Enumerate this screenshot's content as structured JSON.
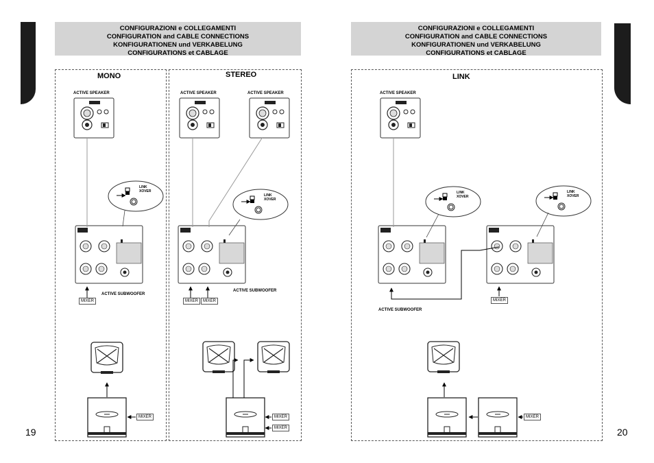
{
  "header": {
    "lines": [
      "CONFIGURAZIONI e COLLEGAMENTI",
      "CONFIGURATION and CABLE CONNECTIONS",
      "KONFIGURATIONEN und VERKABELUNG",
      "CONFIGURATIONS et CABLAGE"
    ]
  },
  "sections": {
    "mono": "MONO",
    "stereo": "STEREO",
    "link": "LINK"
  },
  "labels": {
    "active_speaker": "ACTIVE SPEAKER",
    "active_subwoofer": "ACTIVE SUBWOOFER",
    "mixer": "MIXER",
    "link_xover": "LINK\nXOVER"
  },
  "pages": {
    "left": "19",
    "right": "20"
  }
}
